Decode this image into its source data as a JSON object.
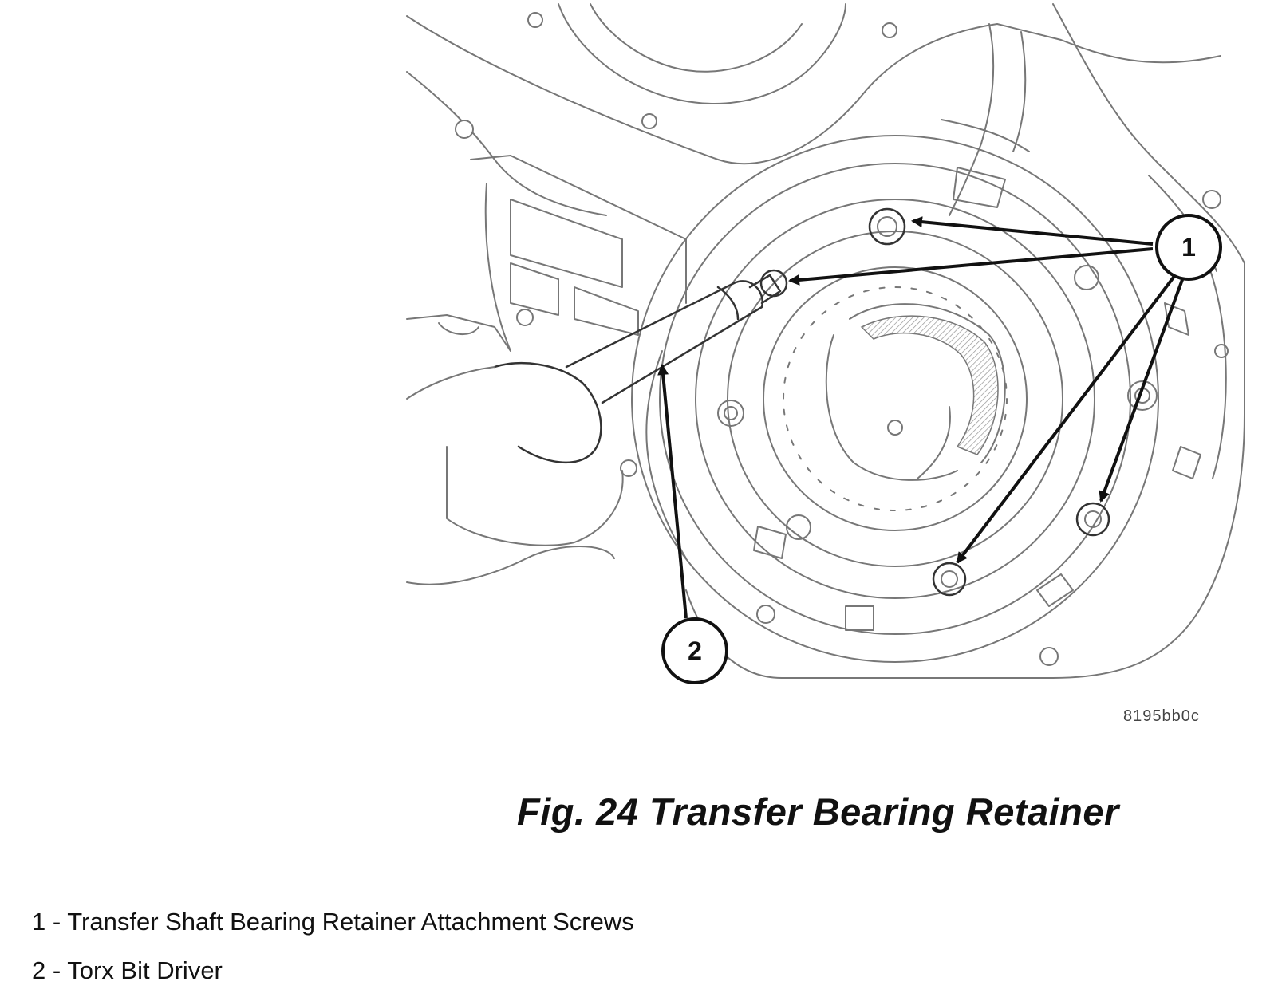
{
  "figure": {
    "code": "8195bb0c",
    "title": "Fig. 24 Transfer Bearing Retainer"
  },
  "callouts": [
    {
      "label": "1"
    },
    {
      "label": "2"
    }
  ],
  "legend": [
    {
      "number": "1",
      "text": "Transfer Shaft Bearing Retainer Attachment Screws"
    },
    {
      "number": "2",
      "text": "Torx Bit Driver"
    }
  ],
  "colors": {
    "line": "#777777",
    "ink": "#111111",
    "background": "#ffffff"
  }
}
